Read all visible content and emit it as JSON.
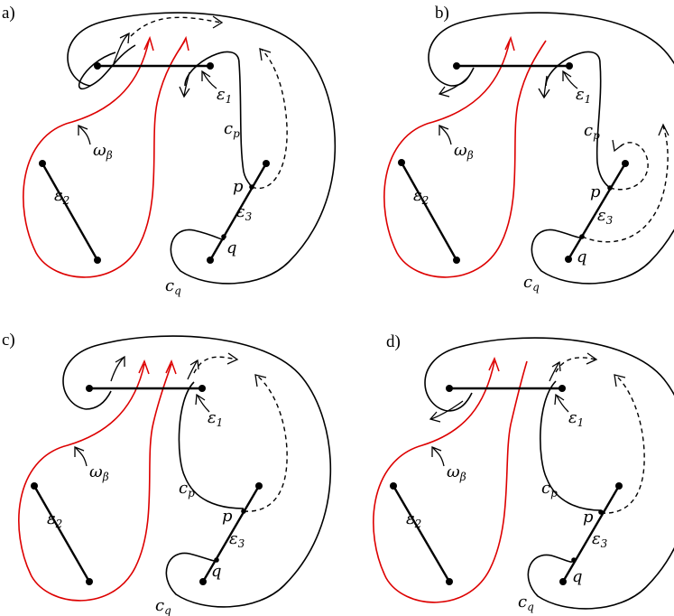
{
  "panels": [
    {
      "id": "a",
      "label": "a)",
      "labels": {
        "e1_base": "ε",
        "e1_sub": "1",
        "e2_base": "ε",
        "e2_sub": "2",
        "e3_base": "ε",
        "e3_sub": "3",
        "omega_base": "ω",
        "omega_sub": "β",
        "cp_base": "c",
        "cp_sub": "p",
        "cq_base": "c",
        "cq_sub": "q",
        "p": "p",
        "q": "q"
      }
    },
    {
      "id": "b",
      "label": "b)",
      "labels": {
        "e1_base": "ε",
        "e1_sub": "1",
        "e2_base": "ε",
        "e2_sub": "2",
        "e3_base": "ε",
        "e3_sub": "3",
        "omega_base": "ω",
        "omega_sub": "β",
        "cp_base": "c",
        "cp_sub": "p",
        "cq_base": "c",
        "cq_sub": "q",
        "p": "p",
        "q": "q"
      }
    },
    {
      "id": "c",
      "label": "c)",
      "labels": {
        "e1_base": "ε",
        "e1_sub": "1",
        "e2_base": "ε",
        "e2_sub": "2",
        "e3_base": "ε",
        "e3_sub": "3",
        "omega_base": "ω",
        "omega_sub": "β",
        "cp_base": "c",
        "cp_sub": "p",
        "cq_base": "c",
        "cq_sub": "q",
        "p": "p",
        "q": "q"
      }
    },
    {
      "id": "d",
      "label": "d)",
      "labels": {
        "e1_base": "ε",
        "e1_sub": "1",
        "e2_base": "ε",
        "e2_sub": "2",
        "e3_base": "ε",
        "e3_sub": "3",
        "omega_base": "ω",
        "omega_sub": "β",
        "cp_base": "c",
        "cp_sub": "p",
        "cq_base": "c",
        "cq_sub": "q",
        "p": "p",
        "q": "q"
      }
    }
  ],
  "colors": {
    "red_curve": "#dd0000",
    "black": "#000000",
    "background": "#ffffff"
  }
}
